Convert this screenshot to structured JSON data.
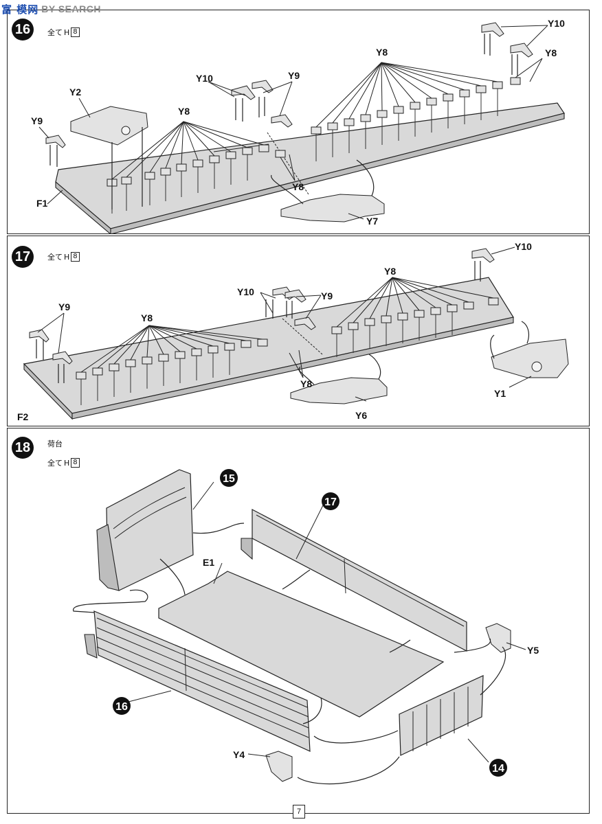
{
  "watermark": {
    "logo": "富 模网",
    "text": "BY SEARCH"
  },
  "steps": [
    {
      "number": "16",
      "note": {
        "prefix": "全て",
        "letter": "H",
        "box": "8"
      },
      "labels": {
        "y10": "Y10",
        "y8_right": "Y8",
        "y9_mid": "Y9",
        "y10_mid": "Y10",
        "y2": "Y2",
        "y8_left": "Y8",
        "y9_left": "Y9",
        "f1": "F1",
        "y8_lower": "Y8",
        "y7": "Y7"
      }
    },
    {
      "number": "17",
      "note": {
        "prefix": "全て",
        "letter": "H",
        "box": "8"
      },
      "labels": {
        "y10": "Y10",
        "y8_right": "Y8",
        "y10_mid": "Y10",
        "y9_mid": "Y9",
        "y9_left": "Y9",
        "y8_left": "Y8",
        "y8_lower": "Y8",
        "f2": "F2",
        "y6": "Y6",
        "y1": "Y1"
      }
    },
    {
      "number": "18",
      "title": "荷台",
      "note": {
        "prefix": "全て",
        "letter": "H",
        "box": "8"
      },
      "labels": {
        "e1": "E1",
        "y5": "Y5",
        "y4": "Y4"
      },
      "sub_steps": {
        "s15": "15",
        "s17": "17",
        "s16": "16",
        "s14": "14"
      }
    }
  ],
  "page_number": "7"
}
